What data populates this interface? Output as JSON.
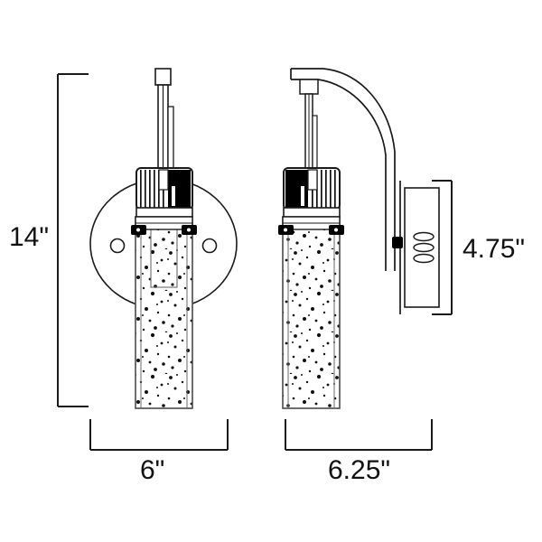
{
  "drawing": {
    "type": "technical-dimension-drawing",
    "subject": "wall-sconce-light-fixture",
    "background_color": "#ffffff",
    "line_color": "#1a1a1a",
    "fill_dark": "#000000",
    "units": "inches"
  },
  "dimensions": {
    "height": {
      "label": "14\"",
      "value": 14,
      "orientation": "vertical",
      "applies_to": "front-view"
    },
    "front_width": {
      "label": "6\"",
      "value": 6,
      "orientation": "horizontal",
      "applies_to": "front-view"
    },
    "side_width": {
      "label": "6.25\"",
      "value": 6.25,
      "orientation": "horizontal",
      "applies_to": "side-view"
    },
    "projection": {
      "label": "4.75\"",
      "value": 4.75,
      "orientation": "vertical",
      "applies_to": "wall-plate"
    }
  },
  "views": {
    "front": {
      "name": "front-view",
      "parts": [
        "top-stem",
        "socket-housing",
        "clamp-band",
        "round-backplate",
        "seeded-glass-cylinder"
      ]
    },
    "side": {
      "name": "side-view",
      "parts": [
        "curved-arm",
        "top-bracket",
        "drop-rod",
        "socket-housing",
        "clamp-band",
        "wall-mount-plate",
        "vent-slots",
        "seeded-glass-cylinder"
      ]
    }
  },
  "details": {
    "backplate_screw_holes": 2,
    "wall_plate_slots": 3,
    "clamp_screws": 2,
    "glass_texture": "seeded-bubble-glass"
  }
}
